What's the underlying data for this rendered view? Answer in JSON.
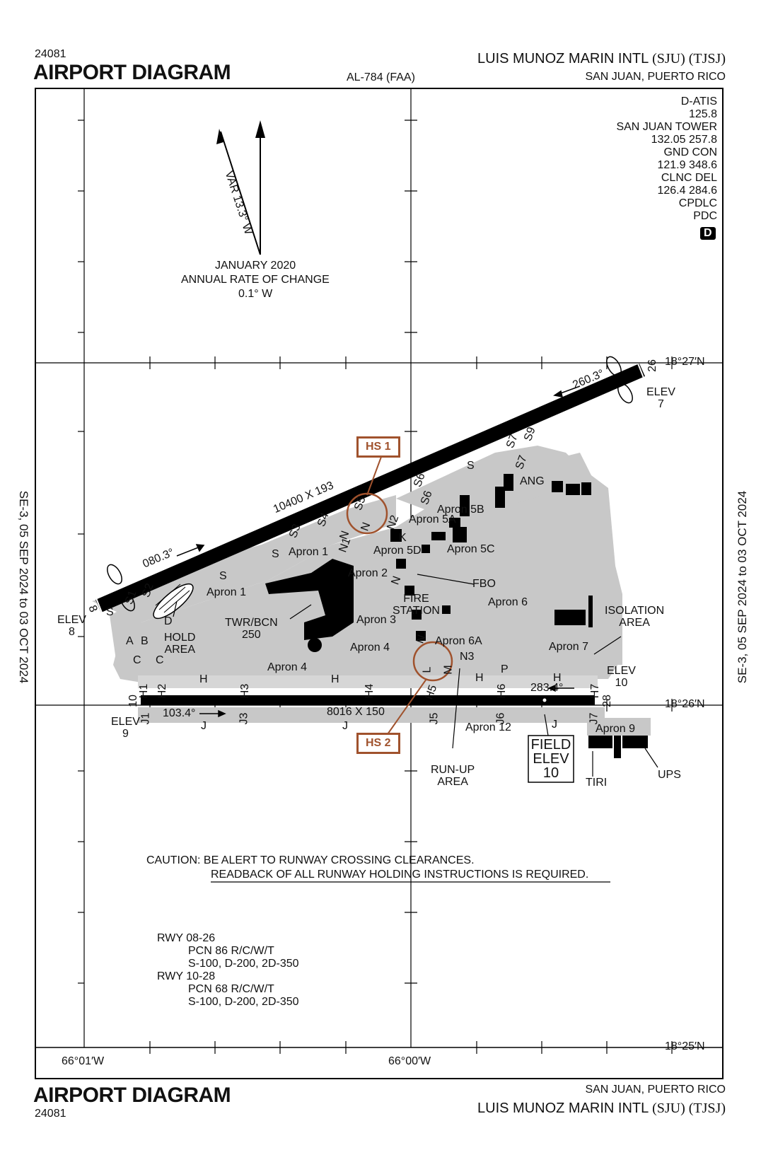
{
  "header": {
    "procedure_number": "24081",
    "title": "AIRPORT DIAGRAM",
    "al_number": "AL-784 (FAA)",
    "airport_name": "LUIS MUNOZ MARIN INTL",
    "airport_ids": "(SJU) (TJSJ)",
    "city": "SAN JUAN, PUERTO RICO"
  },
  "frequencies": [
    "D-ATIS",
    "125.8",
    "SAN JUAN TOWER",
    "132.05  257.8",
    "GND CON",
    "121.9  348.6",
    "CLNC DEL",
    "126.4  284.6",
    "CPDLC",
    "PDC"
  ],
  "datalink_badge": "D",
  "magvar": {
    "label": "VAR 13.3° W",
    "date": "JANUARY 2020",
    "rate_label": "ANNUAL RATE OF CHANGE",
    "rate": "0.1° W"
  },
  "coordinates": {
    "lat_top": "18°27′N",
    "lat_mid": "18°26′N",
    "lat_bottom": "18°25′N",
    "lon_left": "66°01′W",
    "lon_mid": "66°00′W"
  },
  "effective_dates": "SE-3,  05 SEP 2024  to  03 OCT 2024",
  "runways": {
    "rwy_08_26": {
      "dimensions": "10400 X 193",
      "heading_08": "080.3°",
      "heading_26": "260.3°",
      "end_08": "8",
      "end_26": "26",
      "elev_08": "ELEV\n8",
      "elev_26": "ELEV\n7"
    },
    "rwy_10_28": {
      "dimensions": "8016 X 150",
      "heading_10": "103.4°",
      "heading_28": "283.4°",
      "end_10": "10",
      "end_28": "28",
      "elev_10": "ELEV\n9",
      "elev_28": "ELEV\n10"
    }
  },
  "hot_spots": [
    "HS 1",
    "HS 2"
  ],
  "field_elev": [
    "FIELD",
    "ELEV",
    "10"
  ],
  "labels": {
    "ang": "ANG",
    "fbo": "FBO",
    "fire_station": "FIRE\nSTATION",
    "twr": "TWR/BCN\n250",
    "hold_area": "HOLD\nAREA",
    "isolation_area": "ISOLATION\nAREA",
    "runup_area": "RUN-UP\nAREA",
    "tiri": "TIRI",
    "ups": "UPS"
  },
  "aprons": [
    "Apron 1",
    "Apron 1",
    "Apron 2",
    "Apron 3",
    "Apron 4",
    "Apron 4",
    "Apron 5A",
    "Apron 5B",
    "Apron 5C",
    "Apron 5D",
    "Apron 6",
    "Apron 6A",
    "Apron 7",
    "Apron 9",
    "Apron 12"
  ],
  "taxiways": [
    "S",
    "S",
    "S",
    "S",
    "S1",
    "S2",
    "S3",
    "S4",
    "S5",
    "S6",
    "S6",
    "S7",
    "S7",
    "S9",
    "N1",
    "N2",
    "N3",
    "N",
    "N",
    "N",
    "N",
    "M",
    "L",
    "H",
    "H",
    "H",
    "H",
    "H1",
    "H2",
    "H3",
    "H4",
    "H5",
    "H6",
    "H7",
    "J",
    "J",
    "J",
    "J",
    "J1",
    "J3",
    "J5",
    "J6",
    "J7",
    "A",
    "B",
    "C",
    "C",
    "D",
    "P",
    "K"
  ],
  "caution": {
    "line1": "CAUTION: BE ALERT TO RUNWAY CROSSING CLEARANCES.",
    "line2": "READBACK OF ALL RUNWAY HOLDING INSTRUCTIONS IS REQUIRED."
  },
  "pavement": {
    "line1": "RWY 08-26",
    "line2": "PCN 86 R/C/W/T",
    "line3": "S-100, D-200, 2D-350",
    "line4": "RWY 10-28",
    "line5": "PCN 68 R/C/W/T",
    "line6": "S-100, D-200, 2D-350"
  },
  "colors": {
    "hot_spot": "#a0522d",
    "pavement": "#c8c8c8",
    "runway": "#000000"
  }
}
